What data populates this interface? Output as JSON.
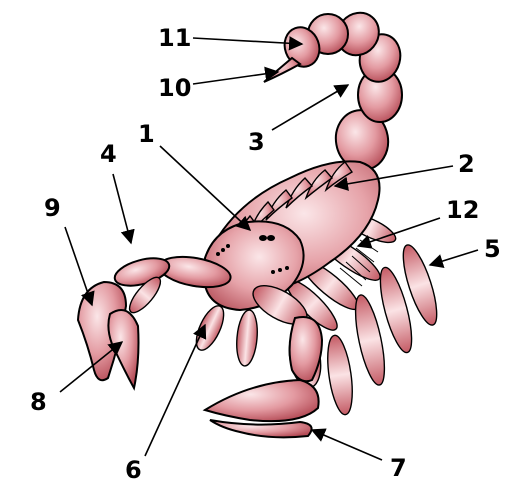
{
  "labels": [
    {
      "id": "1",
      "text": "1"
    },
    {
      "id": "2",
      "text": "2"
    },
    {
      "id": "3",
      "text": "3"
    },
    {
      "id": "4",
      "text": "4"
    },
    {
      "id": "5",
      "text": "5"
    },
    {
      "id": "6",
      "text": "6"
    },
    {
      "id": "7",
      "text": "7"
    },
    {
      "id": "8",
      "text": "8"
    },
    {
      "id": "9",
      "text": "9"
    },
    {
      "id": "10",
      "text": "10"
    },
    {
      "id": "11",
      "text": "11"
    },
    {
      "id": "12",
      "text": "12"
    }
  ],
  "colors": {
    "body_light": "#f7d5d8",
    "body_mid": "#dc8a92",
    "body_dark": "#b04852",
    "outline": "#000000",
    "background": "#ffffff"
  }
}
